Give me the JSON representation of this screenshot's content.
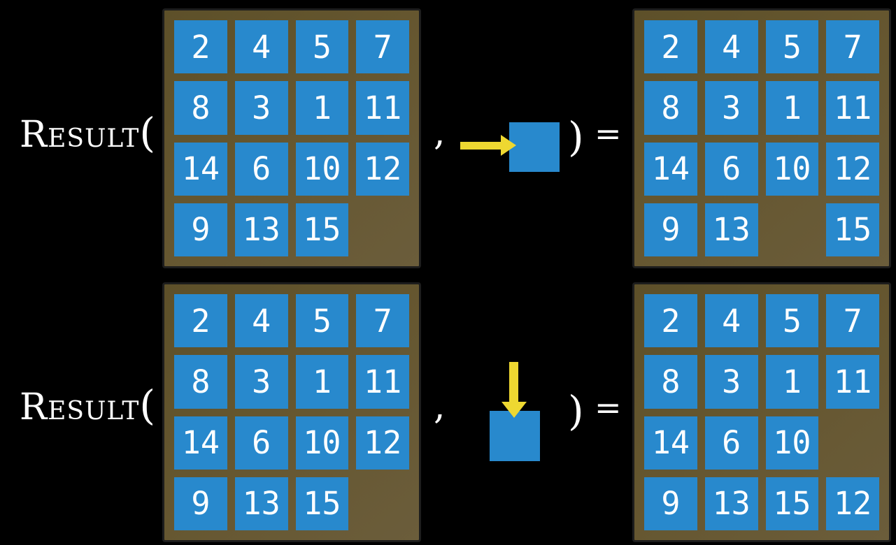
{
  "colors": {
    "background": "#000000",
    "tile": "#2889cd",
    "board": "#65562f",
    "board_border": "#1d1d1d",
    "arrow": "#eed831",
    "text": "#ffffff"
  },
  "notation": {
    "function_name": "Result",
    "open_paren": "(",
    "comma": ",",
    "close_paren": ")",
    "equals": "="
  },
  "examples": [
    {
      "name": "slide-tile-right",
      "action_direction": "right",
      "initial_board": [
        [
          "2",
          "4",
          "5",
          "7"
        ],
        [
          "8",
          "3",
          "1",
          "11"
        ],
        [
          "14",
          "6",
          "10",
          "12"
        ],
        [
          "9",
          "13",
          "15",
          ""
        ]
      ],
      "result_board": [
        [
          "2",
          "4",
          "5",
          "7"
        ],
        [
          "8",
          "3",
          "1",
          "11"
        ],
        [
          "14",
          "6",
          "10",
          "12"
        ],
        [
          "9",
          "13",
          "",
          "15"
        ]
      ]
    },
    {
      "name": "slide-tile-down",
      "action_direction": "down",
      "initial_board": [
        [
          "2",
          "4",
          "5",
          "7"
        ],
        [
          "8",
          "3",
          "1",
          "11"
        ],
        [
          "14",
          "6",
          "10",
          "12"
        ],
        [
          "9",
          "13",
          "15",
          ""
        ]
      ],
      "result_board": [
        [
          "2",
          "4",
          "5",
          "7"
        ],
        [
          "8",
          "3",
          "1",
          "11"
        ],
        [
          "14",
          "6",
          "10",
          ""
        ],
        [
          "9",
          "13",
          "15",
          "12"
        ]
      ]
    }
  ]
}
